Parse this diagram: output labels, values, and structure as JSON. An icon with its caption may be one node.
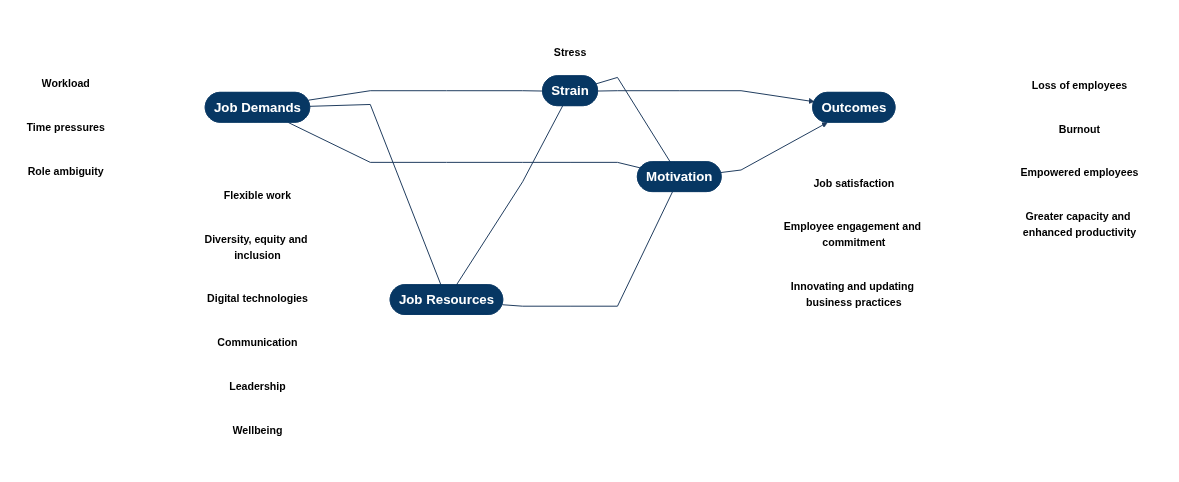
{
  "diagram": {
    "nodes": [
      {
        "text": [
          "Job Demands"
        ],
        "beside": [
          "Workload",
          "Time pressures",
          "Role ambiguity"
        ]
      },
      {
        "text": [
          "Strain"
        ],
        "beside": [
          "Stress"
        ]
      },
      {
        "text": [
          "Job Resources"
        ],
        "beside": [
          "Flexible work",
          "Diversity, equity and inclusion",
          "Digital technologies",
          "Communication",
          "Leadership",
          "Wellbeing"
        ]
      },
      {
        "text": [
          "Motivation"
        ],
        "beside": [
          "Job satisfaction",
          "Employee engagement and commitment",
          "Innovating and updating business practices"
        ]
      },
      {
        "text": [
          "Outcomes"
        ],
        "beside": [
          "Loss of employees",
          "Burnout",
          "Empowered employees",
          "Greater capacity and enhanced productivity"
        ]
      }
    ],
    "edges": [
      {
        "from": 0,
        "to": 1,
        "arrow": "none"
      },
      {
        "from": 0,
        "to": 2,
        "arrow": "none"
      },
      {
        "from": 0,
        "to": 3,
        "arrow": "none"
      },
      {
        "from": 2,
        "to": 1,
        "arrow": "none"
      },
      {
        "from": 1,
        "to": 3,
        "arrow": "none"
      },
      {
        "from": 2,
        "to": 3,
        "arrow": "none"
      },
      {
        "from": 1,
        "to": 4,
        "arrow": "to"
      },
      {
        "from": 3,
        "to": 4,
        "arrow": "to"
      }
    ]
  }
}
